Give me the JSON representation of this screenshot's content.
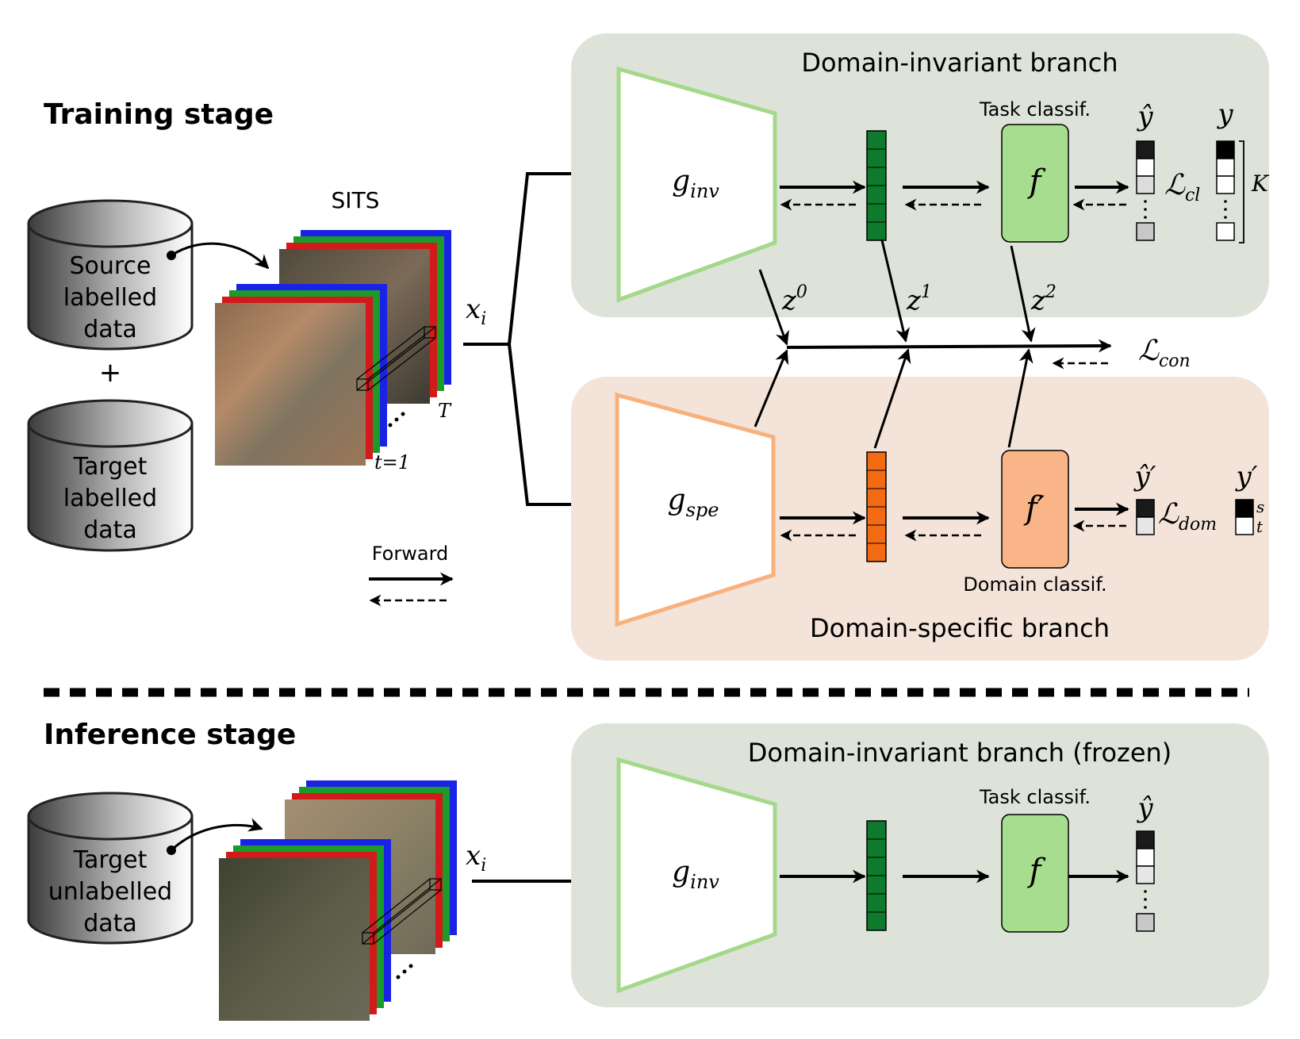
{
  "training": {
    "stage_title": "Training stage",
    "source_db": [
      "Source",
      "labelled",
      "data"
    ],
    "plus": "+",
    "target_db": [
      "Target",
      "labelled",
      "data"
    ],
    "sits_label": "SITS",
    "input_label": "x",
    "input_sub": "i",
    "time_T": "T",
    "time_t1": "t=1",
    "legend_forward": "Forward",
    "invariant_branch": {
      "title": "Domain-invariant branch",
      "encoder": "g",
      "encoder_sub": "inv",
      "classifier_caption": "Task classif.",
      "classifier": "f",
      "pred_label": "ŷ",
      "true_label": "y",
      "loss": "ℒ",
      "loss_sub": "cl",
      "k_label": "K"
    },
    "contrastive": {
      "z0": "z",
      "z0_sup": "0",
      "z1": "z",
      "z1_sup": "1",
      "z2": "z",
      "z2_sup": "2",
      "loss": "ℒ",
      "loss_sub": "con"
    },
    "specific_branch": {
      "title": "Domain-specific branch",
      "encoder": "g",
      "encoder_sub": "spe",
      "classifier_caption": "Domain classif.",
      "classifier": "f′",
      "pred_label": "ŷ′",
      "true_label": "y′",
      "loss": "ℒ",
      "loss_sub": "dom",
      "s_label": "s",
      "t_label": "t"
    }
  },
  "inference": {
    "stage_title": "Inference stage",
    "target_db": [
      "Target",
      "unlabelled",
      "data"
    ],
    "input_label": "x",
    "input_sub": "i",
    "branch_title": "Domain-invariant branch (frozen)",
    "encoder": "g",
    "encoder_sub": "inv",
    "classifier_caption": "Task classif.",
    "classifier": "f",
    "pred_label": "ŷ"
  },
  "colors": {
    "invariant_bg": "#dde3d9",
    "specific_bg": "#f3e3d8",
    "invariant_edge": "#a4d88a",
    "specific_edge": "#f8b07d",
    "feature_green": "#0d7a2d",
    "feature_orange": "#f26a12",
    "classifier_green": "#a6dd8e",
    "classifier_orange": "#f9b487"
  }
}
